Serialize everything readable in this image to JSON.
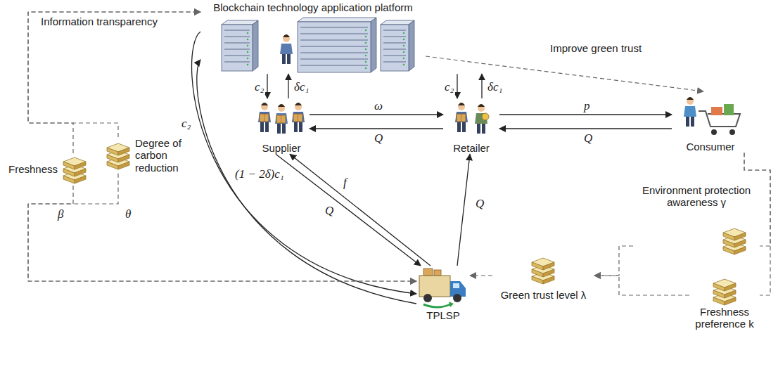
{
  "diagram": {
    "nodes": [
      {
        "text": [
          "Blockchain technology application platform"
        ]
      },
      {
        "text": [
          "Supplier"
        ]
      },
      {
        "text": [
          "Retailer"
        ]
      },
      {
        "text": [
          "Consumer"
        ]
      },
      {
        "text": [
          "TPLSP"
        ]
      },
      {
        "text": [
          "Freshness"
        ]
      },
      {
        "text": [
          "Degree of carbon reduction"
        ]
      },
      {
        "text": [
          "Environment protection awareness γ"
        ]
      },
      {
        "text": [
          "Freshness preference k"
        ]
      },
      {
        "text": [
          "Green trust level λ"
        ]
      }
    ],
    "edges": [
      {
        "from": 1,
        "to": 0,
        "label": "δc₁",
        "arrow": "to"
      },
      {
        "from": 0,
        "to": 1,
        "label": "c₂",
        "arrow": "to"
      },
      {
        "from": 2,
        "to": 0,
        "label": "δc₁",
        "arrow": "to"
      },
      {
        "from": 0,
        "to": 2,
        "label": "c₂",
        "arrow": "to"
      },
      {
        "from": 1,
        "to": 2,
        "label": "ω",
        "arrow": "to"
      },
      {
        "from": 2,
        "to": 1,
        "label": "Q",
        "arrow": "to"
      },
      {
        "from": 2,
        "to": 3,
        "label": "p",
        "arrow": "to"
      },
      {
        "from": 3,
        "to": 2,
        "label": "Q",
        "arrow": "to"
      },
      {
        "from": 1,
        "to": 4,
        "label": "Q",
        "arrow": "to"
      },
      {
        "from": 4,
        "to": 1,
        "label": "f",
        "arrow": "to"
      },
      {
        "from": 4,
        "to": 2,
        "label": "Q",
        "arrow": "to"
      },
      {
        "from": 0,
        "to": 4,
        "label": "c₂",
        "arrow": "to"
      },
      {
        "from": 4,
        "to": 0,
        "label": "(1 − 2δ)c₁",
        "arrow": "to"
      },
      {
        "from": 0,
        "to": 3,
        "label": "Improve green trust",
        "arrow": "to"
      },
      {
        "from": 5,
        "to": 0,
        "label": "Information transparency",
        "arrow": "to"
      },
      {
        "from": 6,
        "to": 0,
        "arrow": "to"
      },
      {
        "from": 5,
        "to": 4,
        "label": "β",
        "arrow": "to"
      },
      {
        "from": 6,
        "to": 4,
        "label": "θ",
        "arrow": "to"
      },
      {
        "from": 3,
        "to": 7,
        "arrow": "none"
      },
      {
        "from": 3,
        "to": 8,
        "arrow": "none"
      },
      {
        "from": 7,
        "to": 9,
        "arrow": "to"
      },
      {
        "from": 8,
        "to": 9,
        "arrow": "to"
      },
      {
        "from": 9,
        "to": 4,
        "arrow": "to"
      }
    ]
  }
}
